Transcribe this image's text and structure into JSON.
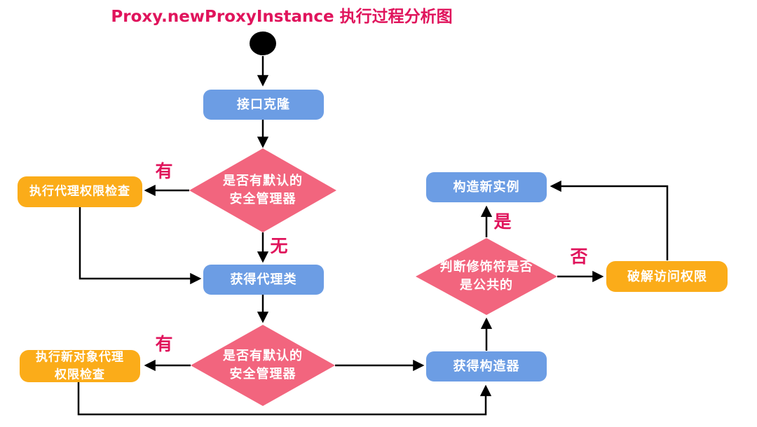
{
  "title": "Proxy.newProxyInstance 执行过程分析图",
  "colors": {
    "process_blue": "#6C9DE4",
    "decision_pink": "#F2657E",
    "action_orange": "#FBAC19",
    "label_crimson": "#E0145C",
    "arrow_black": "#000000",
    "start_black": "#000000",
    "node_text": "#ffffff"
  },
  "nodes": {
    "start": {
      "shape": "filled-circle"
    },
    "interface_clone": {
      "label": "接口克隆"
    },
    "decision_default_sec_mgr_1": {
      "line1": "是否有默认的",
      "line2": "安全管理器"
    },
    "exec_proxy_perm_check": {
      "label": "执行代理权限检查"
    },
    "get_proxy_class": {
      "label": "获得代理类"
    },
    "decision_default_sec_mgr_2": {
      "line1": "是否有默认的",
      "line2": "安全管理器"
    },
    "exec_new_obj_proxy_perm_check": {
      "line1": "执行新对象代理",
      "line2": "权限检查"
    },
    "get_constructor": {
      "label": "获得构造器"
    },
    "decision_modifier_public": {
      "line1": "判断修饰符是否",
      "line2": "是公共的"
    },
    "construct_new_instance": {
      "label": "构造新实例"
    },
    "crack_access_permission": {
      "label": "破解访问权限"
    }
  },
  "edge_labels": {
    "has_1": "有",
    "none_1": "无",
    "has_2": "有",
    "yes": "是",
    "no": "否"
  }
}
